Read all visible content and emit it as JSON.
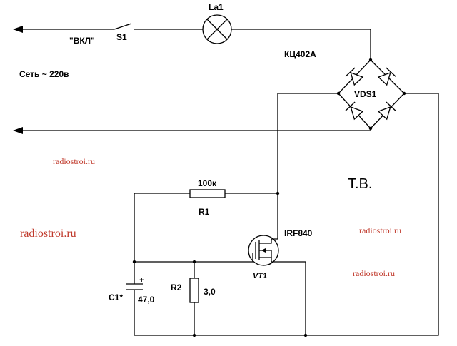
{
  "labels": {
    "lamp": "La1",
    "switch_name": "S1",
    "switch_caption": "\"ВКЛ\"",
    "bridge_part": "КЦ402А",
    "bridge_name": "VDS1",
    "mains": "Сеть ~ 220в",
    "r1_value": "100к",
    "r1_name": "R1",
    "transistor_part": "IRF840",
    "transistor_name": "VT1",
    "r2_name": "R2",
    "r2_value": "3,0",
    "c1_name": "C1*",
    "c1_value": "47,0",
    "cap_polarity": "+",
    "tv": "Т.В."
  },
  "watermarks": [
    "radiostroi.ru",
    "radiostroi.ru",
    "radiostroi.ru",
    "radiostroi.ru"
  ]
}
